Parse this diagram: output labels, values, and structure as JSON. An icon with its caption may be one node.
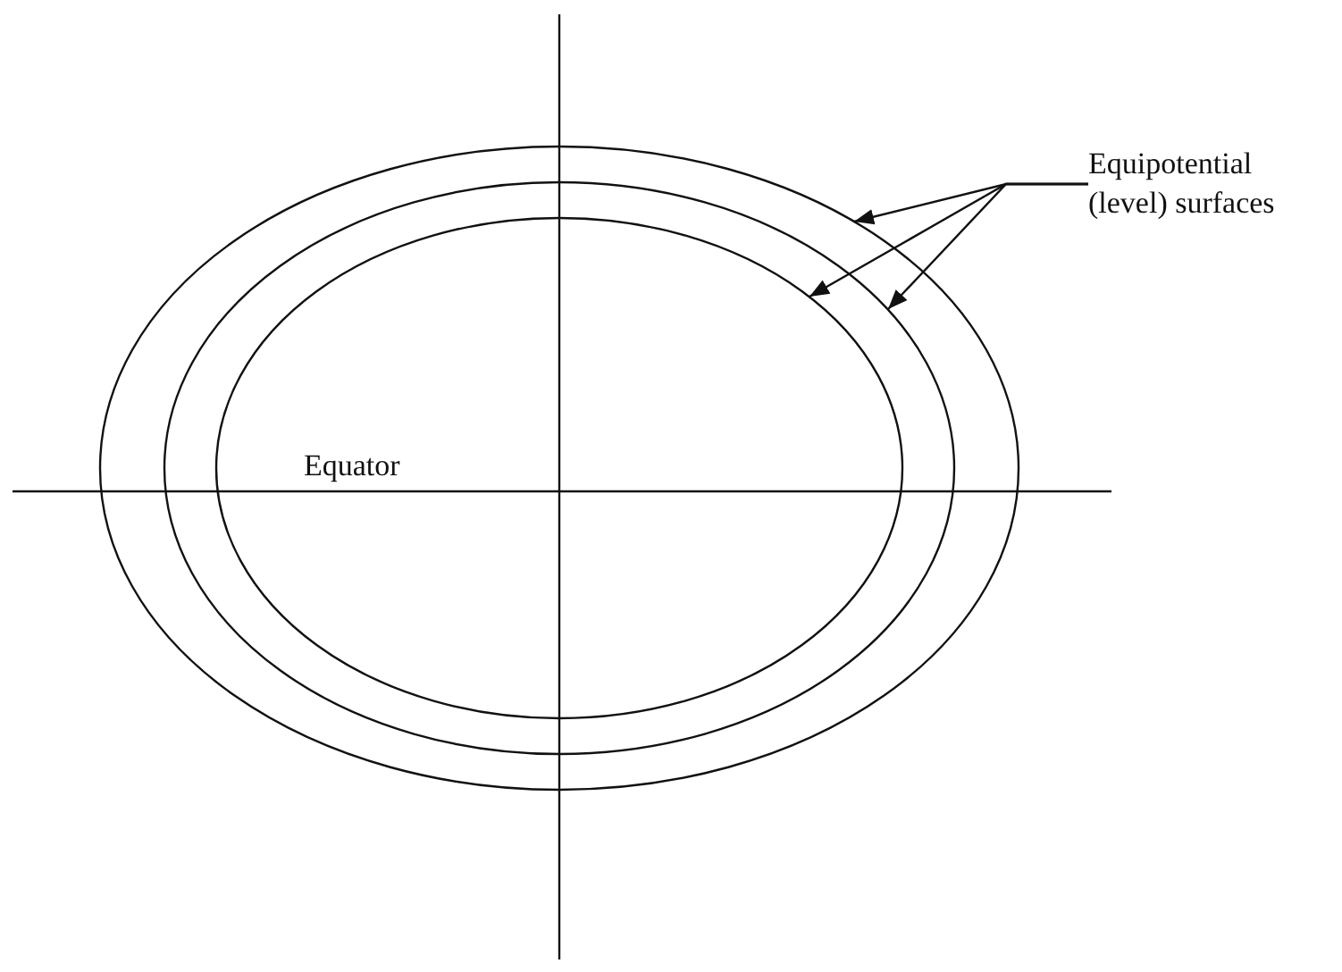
{
  "diagram": {
    "nodes": [
      {
        "text": [
          "Equipotential (level) surfaces"
        ]
      },
      {
        "text": [],
        "shape": "ellipse"
      },
      {
        "text": [],
        "shape": "ellipse",
        "in": 1
      },
      {
        "text": [],
        "shape": "ellipse",
        "in": 2
      }
    ],
    "edges": [
      {
        "from": 0,
        "to": 1,
        "arrow": "to"
      },
      {
        "from": 0,
        "to": 3,
        "arrow": "to"
      },
      {
        "from": 0,
        "to": 2,
        "arrow": "to"
      }
    ],
    "labels": [
      "Equator"
    ]
  }
}
